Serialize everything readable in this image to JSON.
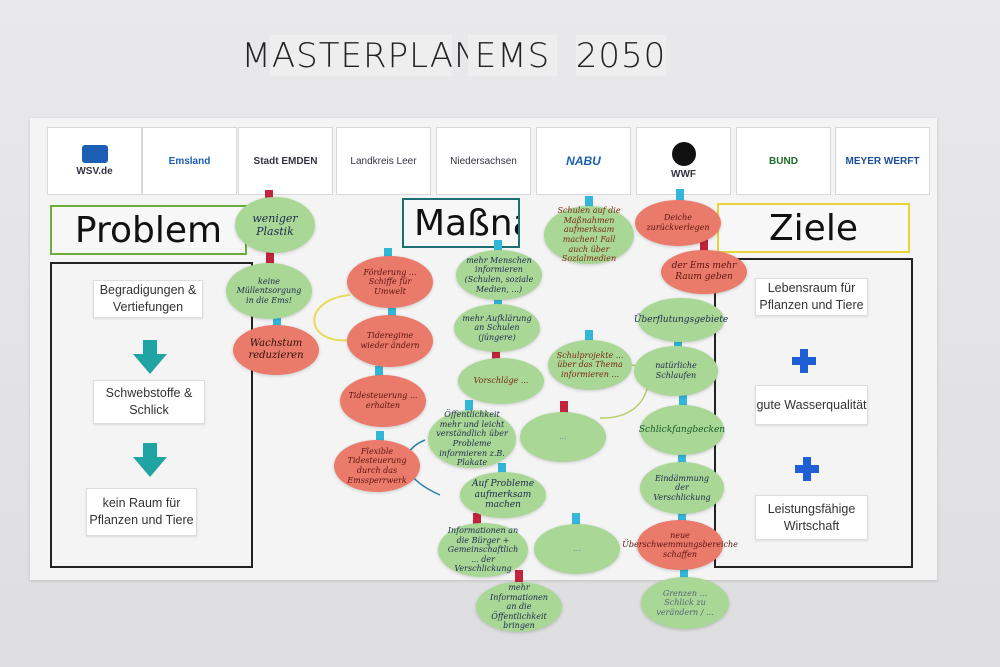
{
  "title": {
    "part1": "MASTERPLAN",
    "part2": "EMS",
    "part3": "2050"
  },
  "logos": [
    "WSV.de",
    "Emsland",
    "Stadt EMDEN",
    "Landkreis Leer",
    "Niedersachsen",
    "NABU",
    "WWF",
    "BUND",
    "MEYER WERFT"
  ],
  "problem": {
    "heading": "Problem",
    "cards": [
      "Begradigungen & Vertiefungen",
      "Schwebstoffe & Schlick",
      "kein Raum für Pflanzen und Tiere"
    ]
  },
  "massnahmen": {
    "heading": "Maßnahm"
  },
  "ziele": {
    "heading": "Ziele",
    "cards": [
      "Lebensraum für Pflanzen und Tiere",
      "gute Wasserqualität",
      "Leistungsfähige Wirtschaft"
    ]
  },
  "notes": [
    "weniger Plastik",
    "keine Müllentsorgung in die Ems!",
    "Wachstum reduzieren",
    "Förderung ... Schiffe für Umwelt",
    "Tideregime wieder ändern",
    "Tidesteuerung ... erhalten",
    "Flexible Tidesteuerung durch das Emssperrwerk",
    "Schulen auf die Maßnahmen aufmerksam machen! Fall auch über Sozialmedien",
    "mehr Menschen informieren (Schulen, soziale Medien, ...)",
    "mehr Aufklärung an Schulen (jüngere)",
    "Schulprojekte ... über das Thema informieren ...",
    "Vorschläge ...",
    "Öffentlichkeit mehr und leicht verständlich über Probleme informieren z.B. Plakate",
    "...",
    "Auf Probleme aufmerksam machen",
    "Informationen an die Bürger + Gemeinschaftlich ... der Verschlickung",
    "...",
    "mehr Informationen an die Öffentlichkeit bringen",
    "Deiche zurückverlegen",
    "der Ems mehr Raum geben",
    "Überflutungsgebiete",
    "natürliche Schlaufen",
    "Schlickfangbecken",
    "Eindämmung der Verschlickung",
    "neue Überschwemmungsbereiche schaffen",
    "Grenzen ... Schlick zu verändern / ..."
  ]
}
